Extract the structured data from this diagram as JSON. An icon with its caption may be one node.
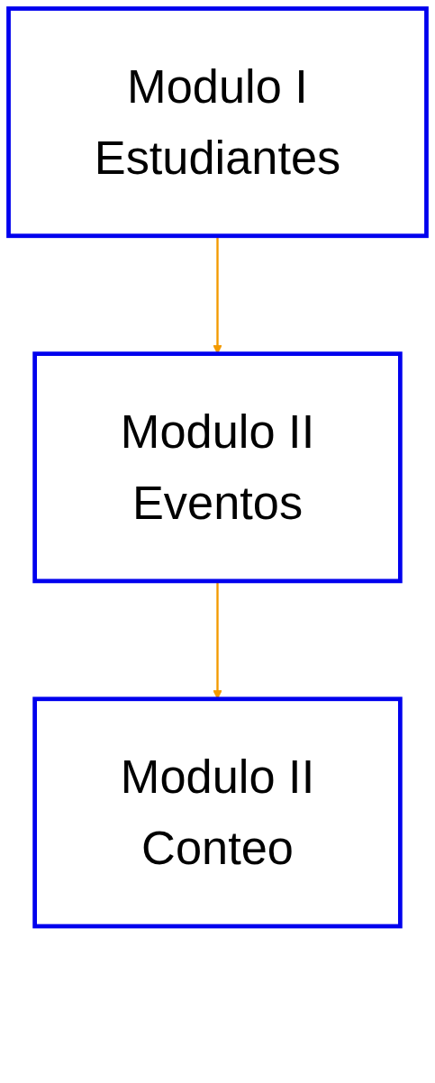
{
  "diagram": {
    "nodes": [
      {
        "text": [
          "Modulo I",
          "Estudiantes"
        ]
      },
      {
        "text": [
          "Modulo II",
          "Eventos"
        ]
      },
      {
        "text": [
          "Modulo II",
          "Conteo"
        ]
      }
    ],
    "edges": [
      {
        "from": 0,
        "to": 1,
        "arrow": "to"
      },
      {
        "from": 1,
        "to": 2,
        "arrow": "to"
      }
    ]
  }
}
